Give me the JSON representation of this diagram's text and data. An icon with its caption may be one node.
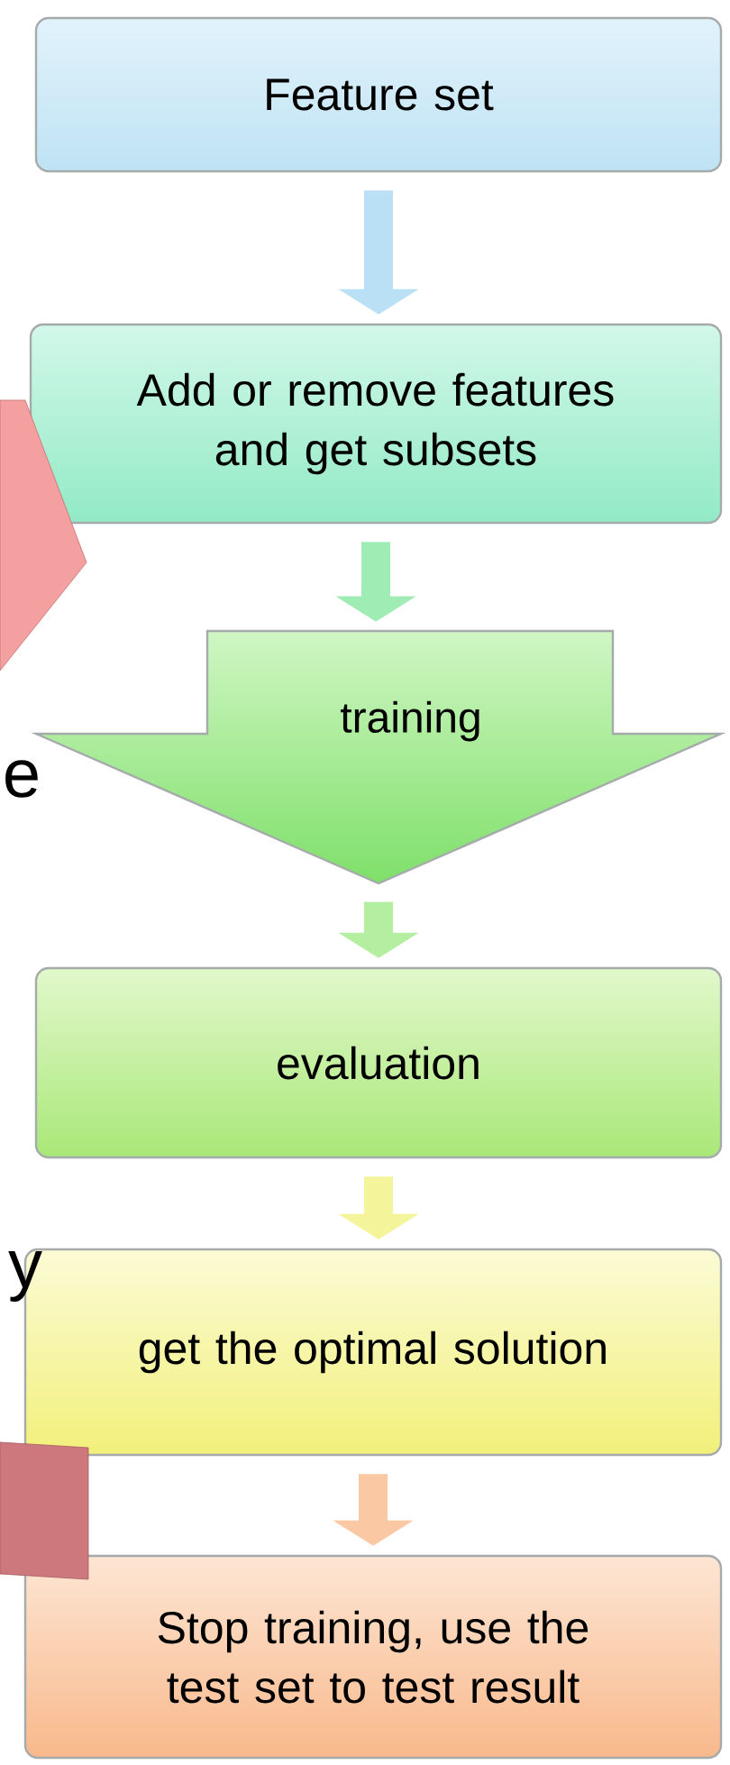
{
  "diagram": {
    "nodes": [
      {
        "text": [
          "Feature set"
        ]
      },
      {
        "text": [
          "Add or remove features and get subsets"
        ]
      },
      {
        "text": [
          "training"
        ]
      },
      {
        "text": [
          "evaluation"
        ]
      },
      {
        "text": [
          "get the optimal solution"
        ]
      },
      {
        "text": [
          "Stop training, use the test set to test result"
        ]
      },
      {
        "text": [],
        "shape": "arrow"
      },
      {
        "text": [],
        "shape": "box"
      }
    ],
    "edges": [
      {
        "from": 0,
        "to": 1,
        "arrow": "to",
        "color": "#b9e0f4"
      },
      {
        "from": 1,
        "to": 2,
        "arrow": "to",
        "color": "#9fecb4"
      },
      {
        "from": 2,
        "to": 3,
        "arrow": "to",
        "color": "#b4eea0"
      },
      {
        "from": 3,
        "to": 4,
        "arrow": "to",
        "color": "#f4f49a"
      },
      {
        "from": 4,
        "to": 5,
        "arrow": "to",
        "color": "#fbc8a4"
      }
    ],
    "labels": [
      "e",
      "y"
    ]
  }
}
